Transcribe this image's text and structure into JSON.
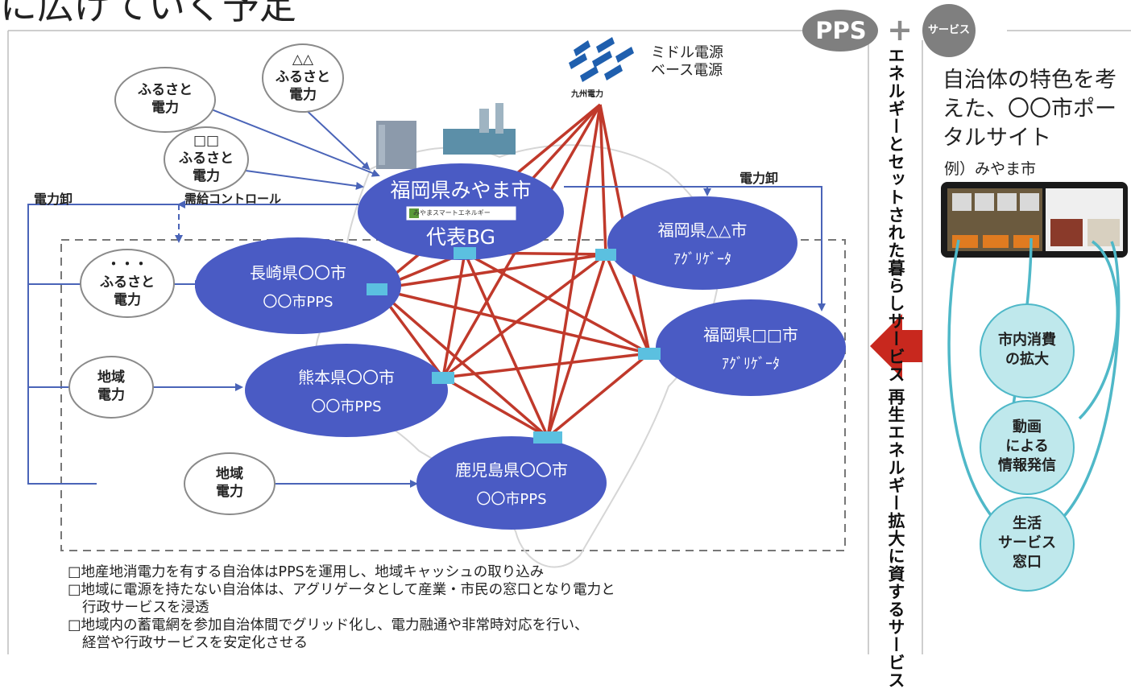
{
  "header_text": "に広げていく予定",
  "pps_badge": "PPS",
  "plus_sign": "+",
  "service_badge": "サービス",
  "vertical_upper": "エネルギーとセットされた暮らしサービス",
  "vertical_lower": "再生エネルギー拡大に資するサービス",
  "kyushu": {
    "label": "九州電力",
    "lines": [
      "ミドル電源",
      "ベース電源"
    ]
  },
  "hub": {
    "name": "福岡県みやま市",
    "logo_text": "みやまスマートエネルギー",
    "role": "代表BG"
  },
  "nodes": [
    {
      "name": "長崎県〇〇市",
      "role": "〇〇市PPS"
    },
    {
      "name": "熊本県〇〇市",
      "role": "〇〇市PPS"
    },
    {
      "name": "鹿児島県〇〇市",
      "role": "〇〇市PPS"
    },
    {
      "name": "福岡県△△市",
      "role": "ｱｸﾞﾘｹﾞｰﾀ"
    },
    {
      "name": "福岡県□□市",
      "role": "ｱｸﾞﾘｹﾞｰﾀ"
    }
  ],
  "sources": [
    {
      "lines": [
        "ふるさと",
        "電力"
      ]
    },
    {
      "lines": [
        "△△",
        "ふるさと",
        "電力"
      ]
    },
    {
      "lines": [
        "□□",
        "ふるさと",
        "電力"
      ]
    },
    {
      "lines": [
        "・・・",
        "ふるさと",
        "電力"
      ]
    },
    {
      "lines": [
        "地域",
        "電力"
      ]
    },
    {
      "lines": [
        "地域",
        "電力"
      ]
    }
  ],
  "labels": {
    "wholesale_left": "電力卸",
    "wholesale_right": "電力卸",
    "supply_control": "需給コントロール"
  },
  "right_panel": {
    "title": "自治体の特色を考えた、〇〇市ポータルサイト",
    "example": "例）みやま市",
    "circles": [
      {
        "lines": [
          "市内消費",
          "の拡大"
        ]
      },
      {
        "lines": [
          "動画",
          "による",
          "情報発信"
        ]
      },
      {
        "lines": [
          "生活",
          "サービス",
          "窓口"
        ]
      }
    ]
  },
  "notes": [
    "□地産地消電力を有する自治体はPPSを運用し、地域キャッシュの取り込み",
    "□地域に電源を持たない自治体は、アグリゲータとして産業・市民の窓口となり電力と",
    "行政サービスを浸透",
    "□地域内の蓄電網を参加自治体間でグリッド化し、電力融通や非常時対応を行い、",
    "経営や行政サービスを安定化させる"
  ],
  "colors": {
    "node_blue": "#4a5bc4",
    "grid_red": "#c0392b",
    "arrow_blue": "#4a64b8",
    "connector_cyan": "#5bc0e0",
    "teal_circle": "#bfe8ec",
    "big_arrow": "#c8281e",
    "badge_gray": "#7f7f7f"
  }
}
